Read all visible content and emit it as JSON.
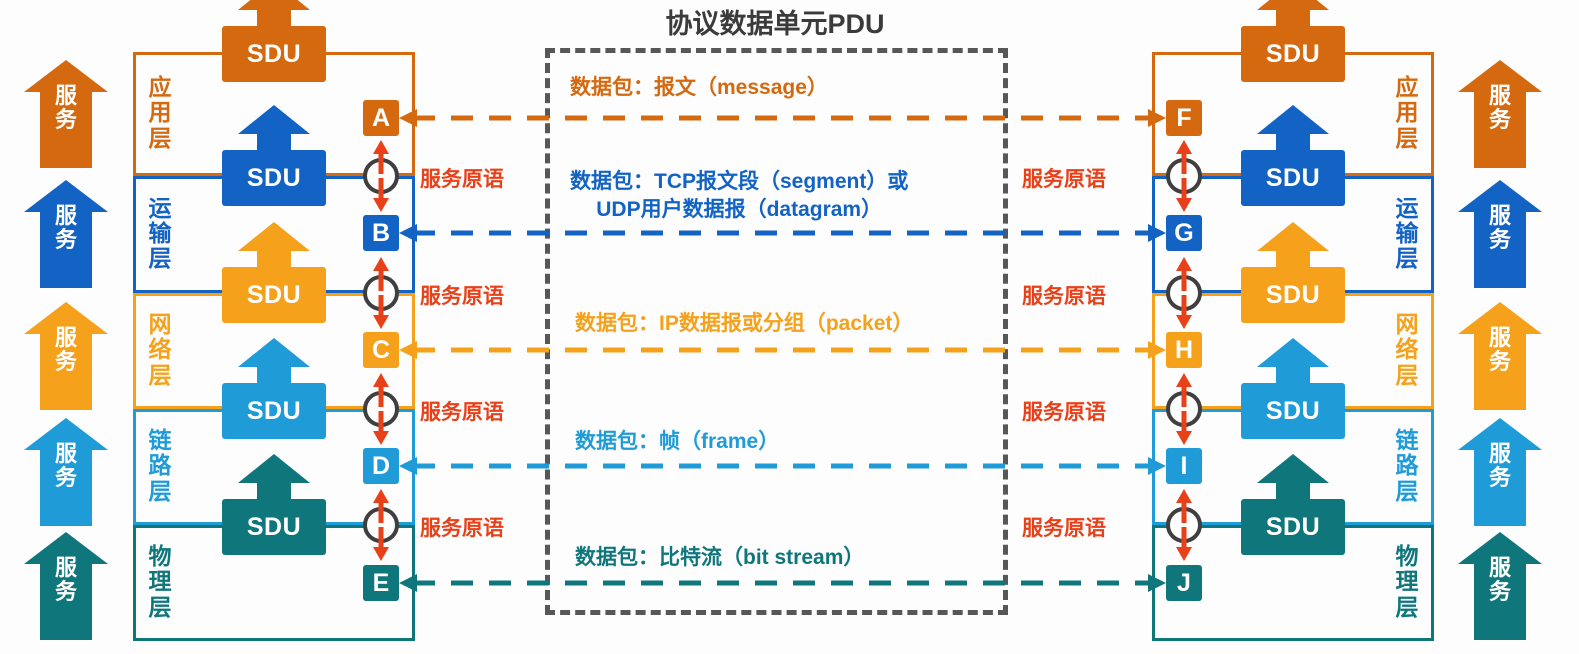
{
  "title": "协议数据单元PDU",
  "colors": {
    "application": "#d4690f",
    "transport": "#1263c4",
    "network": "#f5a11b",
    "link": "#1f9cd8",
    "physical": "#0f767c",
    "primitive_text": "#e8411a",
    "pdu_box_border": "#575757",
    "title_text": "#3b3b3b",
    "iface_stroke": "#3f3f3f",
    "iface_arrow": "#e8411a"
  },
  "layers": [
    {
      "key": "application",
      "name_chars": [
        "应",
        "用",
        "层"
      ],
      "color": "#d4690f"
    },
    {
      "key": "transport",
      "name_chars": [
        "运",
        "输",
        "层"
      ],
      "color": "#1263c4"
    },
    {
      "key": "network",
      "name_chars": [
        "网",
        "络",
        "层"
      ],
      "color": "#f5a11b"
    },
    {
      "key": "link",
      "name_chars": [
        "链",
        "路",
        "层"
      ],
      "color": "#1f9cd8"
    },
    {
      "key": "physical",
      "name_chars": [
        "物",
        "理",
        "层"
      ],
      "color": "#0f767c"
    }
  ],
  "sdu_label": "SDU",
  "service_arrow_chars": [
    "服",
    "务"
  ],
  "primitive_label": "服务原语",
  "badges": {
    "left": [
      "A",
      "B",
      "C",
      "D",
      "E"
    ],
    "right": [
      "F",
      "G",
      "H",
      "I",
      "J"
    ]
  },
  "pdu_captions": [
    {
      "layer": "application",
      "lines": [
        "数据包：报文（message）"
      ],
      "color": "#d4690f"
    },
    {
      "layer": "transport",
      "lines": [
        "数据包：TCP报文段（segment）或",
        "UDP用户数据报（datagram）"
      ],
      "color": "#1263c4"
    },
    {
      "layer": "network",
      "lines": [
        "数据包：IP数据报或分组（packet）"
      ],
      "color": "#f5a11b"
    },
    {
      "layer": "link",
      "lines": [
        "数据包：帧（frame）"
      ],
      "color": "#1f9cd8"
    },
    {
      "layer": "physical",
      "lines": [
        "数据包：比特流（bit stream）"
      ],
      "color": "#0f767c"
    }
  ],
  "diagram_data": {
    "type": "diagram",
    "subject": "OSI/TCP-IP five layer model: services, service primitives and protocol data units",
    "layer_count": 5,
    "peer_connections": [
      {
        "from": "A",
        "to": "F",
        "layer": "application",
        "pdu": "报文（message）",
        "style": "dashed",
        "bidirectional": true
      },
      {
        "from": "B",
        "to": "G",
        "layer": "transport",
        "pdu": "TCP报文段（segment）或UDP用户数据报（datagram）",
        "style": "dashed",
        "bidirectional": true
      },
      {
        "from": "C",
        "to": "H",
        "layer": "network",
        "pdu": "IP数据报或分组（packet）",
        "style": "dashed",
        "bidirectional": true
      },
      {
        "from": "D",
        "to": "I",
        "layer": "link",
        "pdu": "帧（frame）",
        "style": "dashed",
        "bidirectional": true
      },
      {
        "from": "E",
        "to": "J",
        "layer": "physical",
        "pdu": "比特流（bit stream）",
        "style": "dashed",
        "bidirectional": true
      }
    ],
    "interface_count_per_side": 4,
    "sdu_flow_direction": "upward"
  }
}
